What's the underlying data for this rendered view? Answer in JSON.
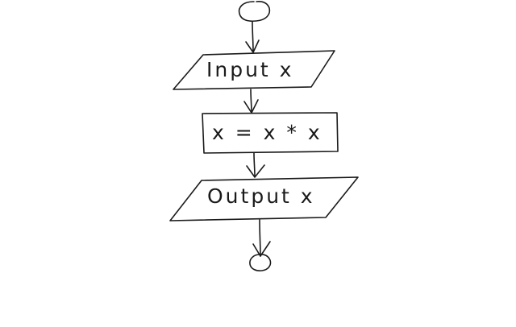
{
  "diagram": {
    "type": "flowchart",
    "nodes": [
      {
        "id": "start",
        "shape": "terminator",
        "label": ""
      },
      {
        "id": "input",
        "shape": "parallelogram",
        "label": "Input x"
      },
      {
        "id": "process",
        "shape": "rectangle",
        "label": "x = x * x"
      },
      {
        "id": "output",
        "shape": "parallelogram",
        "label": "Output x"
      },
      {
        "id": "end",
        "shape": "terminator",
        "label": ""
      }
    ],
    "edges": [
      {
        "from": "start",
        "to": "input"
      },
      {
        "from": "input",
        "to": "process"
      },
      {
        "from": "process",
        "to": "output"
      },
      {
        "from": "output",
        "to": "end"
      }
    ],
    "colors": {
      "stroke": "#1a1a1a",
      "background": "#ffffff"
    }
  }
}
